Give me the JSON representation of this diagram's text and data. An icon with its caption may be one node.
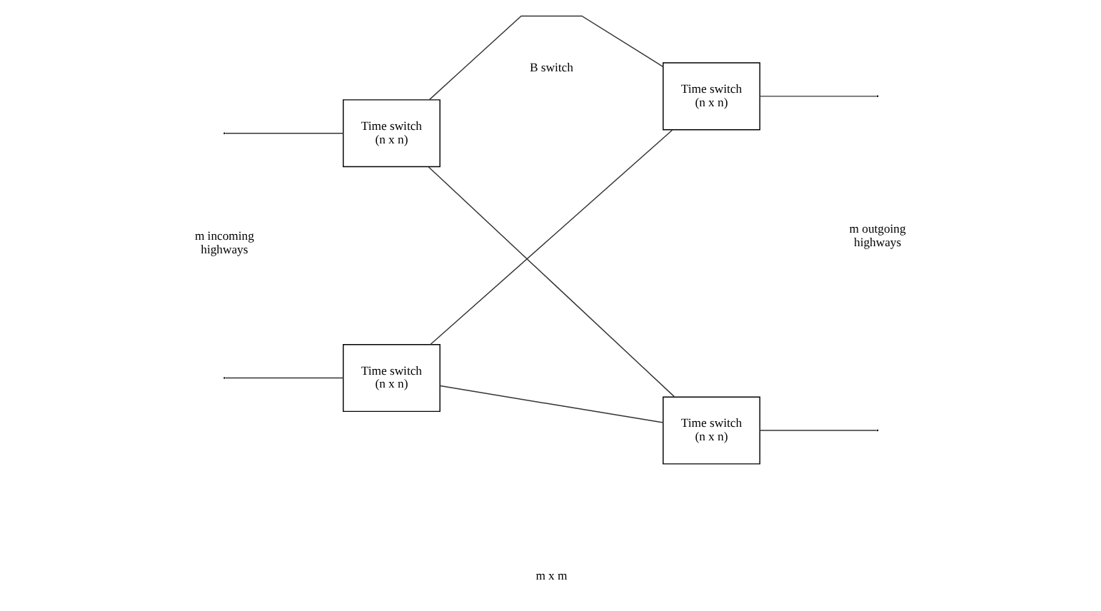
{
  "diagram": {
    "nodes": [
      {
        "text": [
          "Time switch (n x n)"
        ]
      },
      {
        "text": [
          "Time switch (n x n)"
        ]
      },
      {
        "text": [
          "Time switch (n x n)"
        ]
      },
      {
        "text": [
          "Time switch (n x n)"
        ]
      }
    ],
    "edges": [
      {
        "from": null,
        "to": 0,
        "arrow": "none"
      },
      {
        "from": null,
        "to": 1,
        "arrow": "none"
      },
      {
        "from": 0,
        "to": 2,
        "arrow": "none"
      },
      {
        "from": 0,
        "to": 3,
        "arrow": "none"
      },
      {
        "from": 1,
        "to": 2,
        "arrow": "none"
      },
      {
        "from": 1,
        "to": 3,
        "arrow": "none"
      },
      {
        "from": 2,
        "to": null,
        "arrow": "none"
      },
      {
        "from": 3,
        "to": null,
        "arrow": "none"
      }
    ],
    "labels": [
      "B switch",
      "m x m",
      "m incoming highways",
      "m outgoing highways"
    ]
  }
}
